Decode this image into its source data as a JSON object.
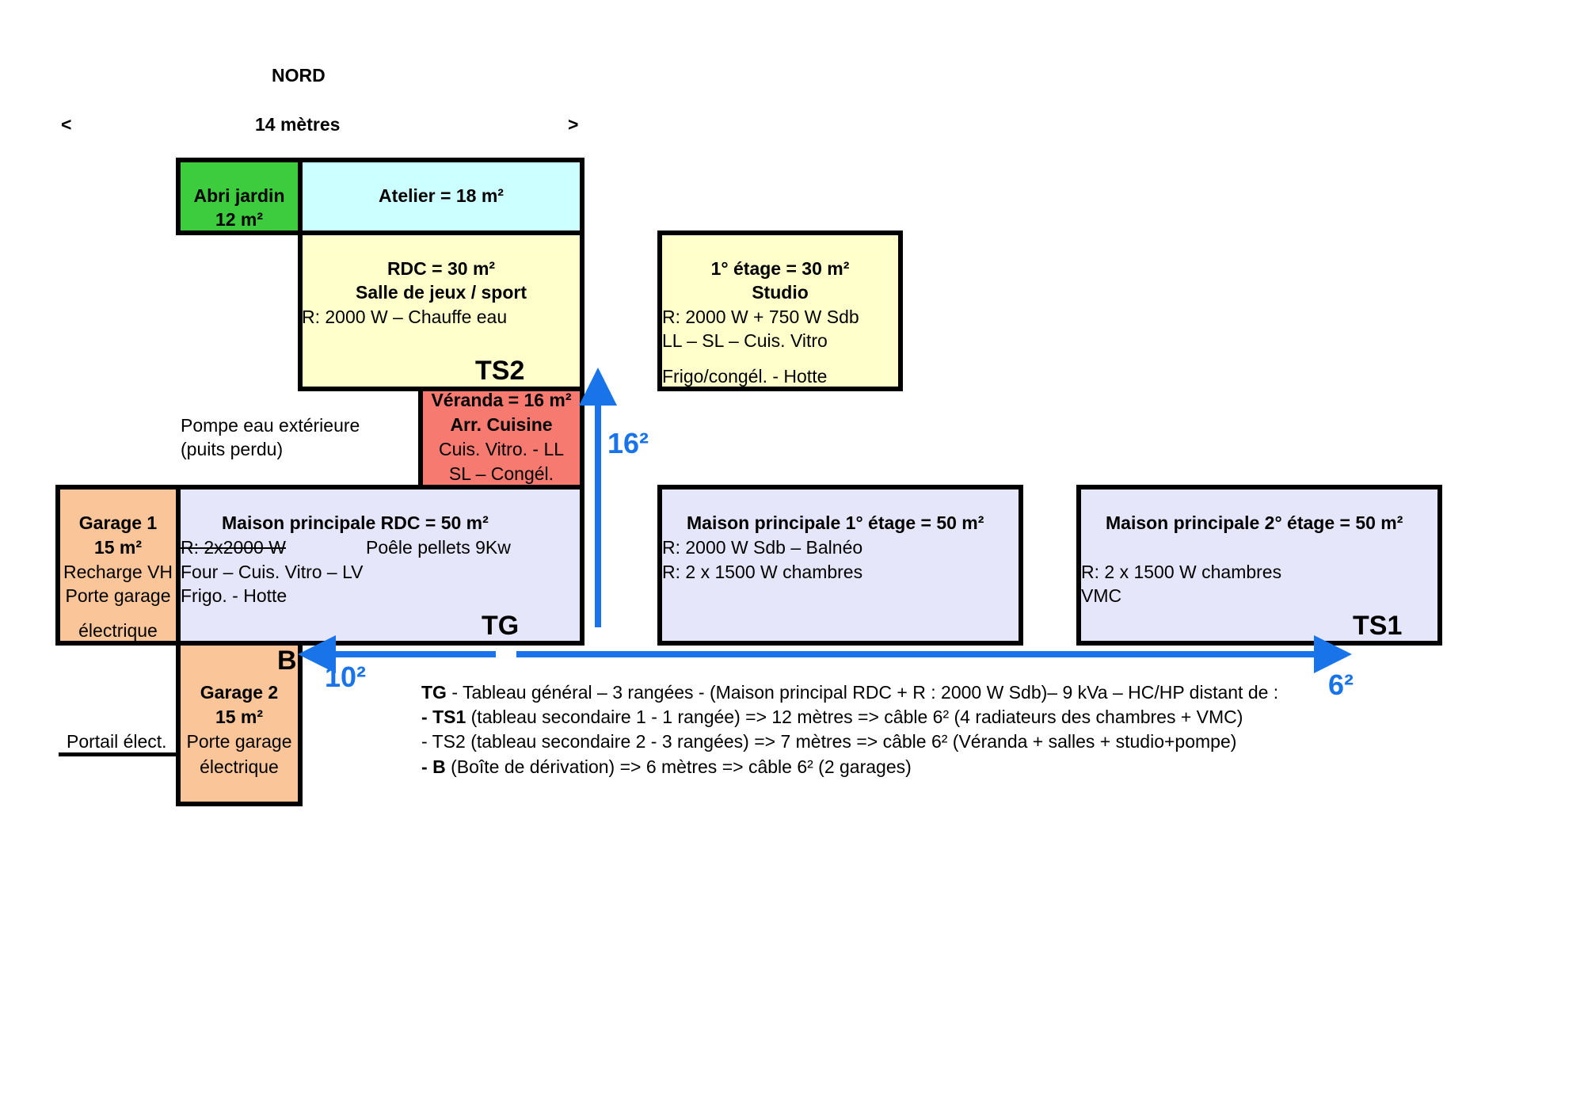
{
  "header": {
    "north": "NORD",
    "width_label": "14 mètres",
    "left_arrow": "<",
    "right_arrow": ">"
  },
  "colors": {
    "green": "#3dcc3d",
    "cyan": "#ccffff",
    "yellow": "#ffffcc",
    "red": "#f77a70",
    "orange": "#fac598",
    "lavender": "#e6e6fa",
    "blue": "#1874e8"
  },
  "rooms": {
    "abri": {
      "line1": "Abri jardin",
      "line2": "12 m²"
    },
    "atelier": {
      "title": "Atelier = 18 m²"
    },
    "rdc30": {
      "line1": "RDC = 30 m²",
      "line2": "Salle de jeux / sport",
      "line3": "R: 2000 W – Chauffe eau",
      "tag": "TS2"
    },
    "etage30": {
      "line1": "1° étage = 30 m²",
      "line2": "Studio",
      "line3": "R: 2000 W + 750 W Sdb",
      "line4": "LL – SL – Cuis. Vitro",
      "line5": "Frigo/congél. - Hotte"
    },
    "veranda": {
      "line1": "Véranda = 16 m²",
      "line2": "Arr. Cuisine",
      "line3": "Cuis. Vitro. - LL",
      "line4": "SL – Congél."
    },
    "pompe": {
      "line1": "Pompe eau extérieure",
      "line2": "(puits perdu)"
    },
    "garage1": {
      "line1": "Garage 1",
      "line2": "15 m²",
      "line3": "Recharge VH",
      "line4": "Porte garage",
      "line5": "électrique"
    },
    "maison_rdc": {
      "title": "Maison principale RDC = 50 m²",
      "struck": "R: 2x2000 W",
      "poele": "Poêle pellets 9Kw",
      "line2": "Four – Cuis. Vitro – LV",
      "line3": "Frigo. - Hotte",
      "tag": "TG"
    },
    "maison_1": {
      "title": "Maison principale 1° étage = 50 m²",
      "line1": "R: 2000 W Sdb – Balnéo",
      "line2": "R: 2 x 1500 W chambres"
    },
    "maison_2": {
      "title": "Maison principale 2° étage = 50 m²",
      "line1": "R: 2 x 1500 W chambres",
      "line2": "VMC",
      "tag": "TS1"
    },
    "garage2": {
      "line1": "Garage 2",
      "line2": "15 m²",
      "line3": "Porte garage",
      "line4": "électrique"
    },
    "portail": "Portail élect.",
    "b_tag": "B"
  },
  "cables": {
    "up": "16²",
    "left": "10²",
    "right": "6²"
  },
  "legend": {
    "l1_bold": "TG",
    "l1_rest": " - Tableau général – 3 rangées - (Maison principal RDC + R : 2000 W Sdb)– 9 kVa – HC/HP distant de :",
    "l2_prefix": "- ",
    "l2_bold": "TS1",
    "l2_rest": " (tableau secondaire 1 - 1 rangée) => 12 mètres => câble 6² (4 radiateurs des chambres + VMC)",
    "l3": "- TS2 (tableau secondaire 2 - 3 rangées) => 7 mètres => câble 6² (Véranda + salles + studio+pompe)",
    "l4_prefix": "- ",
    "l4_bold": "B",
    "l4_rest": " (Boîte de dérivation) => 6 mètres => câble 6² (2 garages)"
  }
}
